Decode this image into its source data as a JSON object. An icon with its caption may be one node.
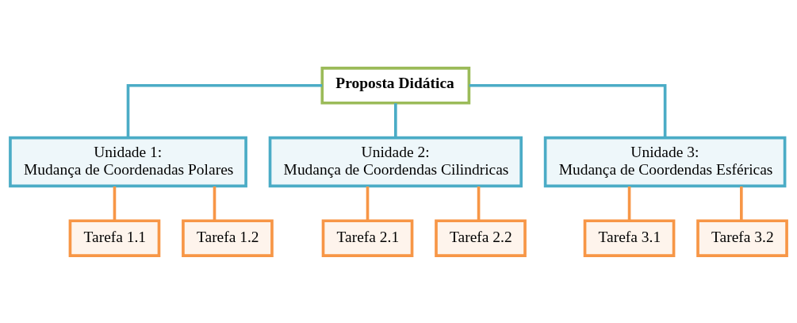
{
  "diagram": {
    "nodes": [
      {
        "text": [
          "Proposta Didática"
        ]
      },
      {
        "text": [
          "Unidade 1:",
          "Mudança de Coordenadas Polares"
        ]
      },
      {
        "text": [
          "Unidade 2:",
          "Mudança de Coordendas Cilindricas"
        ]
      },
      {
        "text": [
          "Unidade 3:",
          "Mudança de Coordendas Esféricas"
        ]
      },
      {
        "text": [
          "Tarefa 1.1"
        ]
      },
      {
        "text": [
          "Tarefa 1.2"
        ]
      },
      {
        "text": [
          "Tarefa 2.1"
        ]
      },
      {
        "text": [
          "Tarefa 2.2"
        ]
      },
      {
        "text": [
          "Tarefa 3.1"
        ]
      },
      {
        "text": [
          "Tarefa 3.2"
        ]
      }
    ],
    "edges": [
      {
        "from": 0,
        "to": 1,
        "arrow": "none",
        "color": "#4bacc6"
      },
      {
        "from": 0,
        "to": 2,
        "arrow": "none",
        "color": "#4bacc6"
      },
      {
        "from": 0,
        "to": 3,
        "arrow": "none",
        "color": "#4bacc6"
      },
      {
        "from": 1,
        "to": 4,
        "arrow": "none"
      },
      {
        "from": 1,
        "to": 5,
        "arrow": "none"
      },
      {
        "from": 2,
        "to": 6,
        "arrow": "none"
      },
      {
        "from": 2,
        "to": 7,
        "arrow": "none"
      },
      {
        "from": 3,
        "to": 8,
        "arrow": "none"
      },
      {
        "from": 3,
        "to": 9,
        "arrow": "none"
      }
    ]
  }
}
